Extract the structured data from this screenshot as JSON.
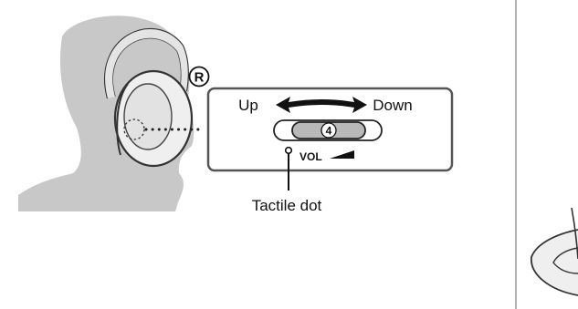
{
  "side_marker": "R",
  "direction": {
    "up": "Up",
    "down": "Down"
  },
  "dial": {
    "number": "4",
    "control_label": "VOL"
  },
  "callout_label": "Tactile dot",
  "colors": {
    "silhouette": "#c7c7c7",
    "line": "#333333",
    "divider": "#9a9a9a",
    "accent": "#111111"
  }
}
